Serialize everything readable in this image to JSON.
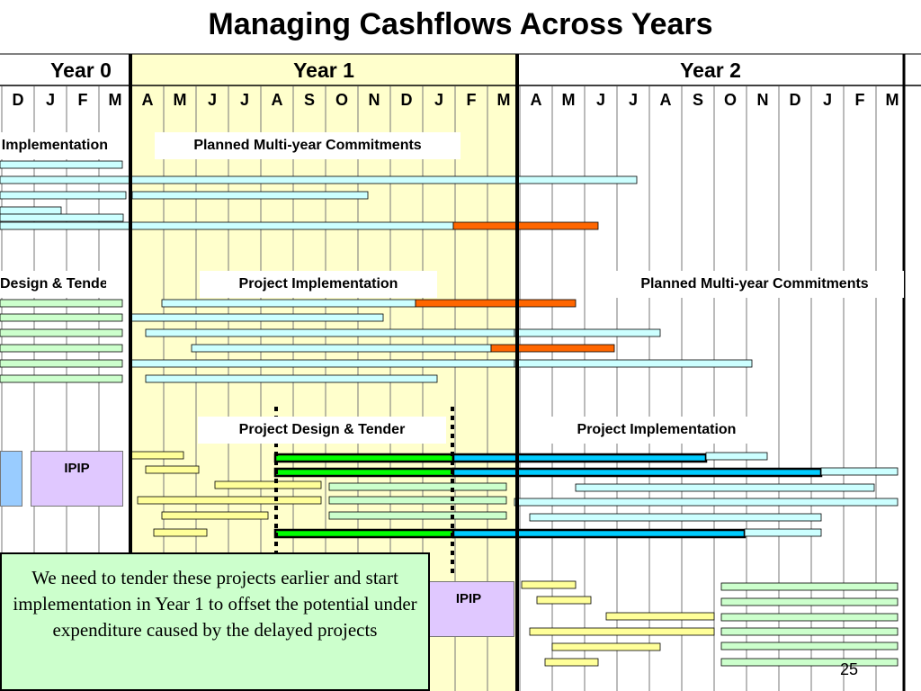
{
  "title": "Managing Cashflows Across Years",
  "years": [
    {
      "label": "Year 0",
      "months": [
        "D",
        "J",
        "F",
        "M"
      ]
    },
    {
      "label": "Year 1",
      "months": [
        "A",
        "M",
        "J",
        "J",
        "A",
        "S",
        "O",
        "N",
        "D",
        "J",
        "F",
        "M"
      ]
    },
    {
      "label": "Year 2",
      "months": [
        "A",
        "M",
        "J",
        "J",
        "A",
        "S",
        "O",
        "N",
        "D",
        "J",
        "F",
        "M"
      ]
    }
  ],
  "phase_labels": {
    "s1_left": "Implementation",
    "s1_right": "Planned Multi-year Commitments",
    "s2_left": "Design & Tender",
    "s2_mid": "Project Implementation",
    "s2_right": "Planned Multi-year Commitments",
    "s3_mid": "Project Design & Tender",
    "s3_right": "Project Implementation"
  },
  "ipip": {
    "label_1": "IPIP",
    "label_2": "IPIP"
  },
  "note": "We need to tender these projects earlier and start implementation in Year 1 to offset the potential under expenditure caused by the delayed projects",
  "page_number": "25",
  "colors": {
    "year1_bg": "#ffffcc",
    "cyan_bar": "#ccffff",
    "green_bar": "#ccffcc",
    "yellow_bar": "#ffff99",
    "orange_bar": "#ff6600",
    "bright_green": "#00ff00",
    "bright_cyan": "#00ccff",
    "lavender": "#e0c8ff",
    "blue": "#99ccff"
  }
}
